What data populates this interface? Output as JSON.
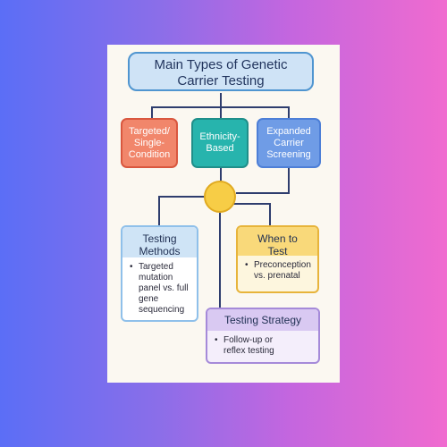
{
  "title": {
    "line1": "Main Types of Genetic",
    "line2": "Carrier Testing"
  },
  "categories": [
    {
      "line1": "Targeted/",
      "line2": "Single-",
      "line3": "Condition"
    },
    {
      "line1": "Ethnicity-",
      "line2": "Based"
    },
    {
      "line1": "Expanded",
      "line2": "Carrier",
      "line3": "Screening"
    }
  ],
  "testing_methods": {
    "heading_line1": "Testing",
    "heading_line2": "Methods",
    "bullet_lines": [
      "Targeted",
      "mutation",
      "panel vs. full",
      "gene",
      "sequencing"
    ]
  },
  "when_to_test": {
    "heading_line1": "When to",
    "heading_line2": "Test",
    "bullet_lines": [
      "Preconception",
      "vs. prenatal"
    ]
  },
  "testing_strategy": {
    "heading": "Testing Strategy",
    "bullet_lines": [
      "Follow-up or",
      "reflex testing"
    ]
  },
  "colors": {
    "background_left": "#5b6ef6",
    "background_right": "#f06bcf",
    "card": "#fbf8f1",
    "connector": "#2e3d6e",
    "targeted": "#f1866b",
    "ethnicity": "#27b4ad",
    "expanded": "#6f9ce6",
    "hub": "#f7cd46"
  }
}
